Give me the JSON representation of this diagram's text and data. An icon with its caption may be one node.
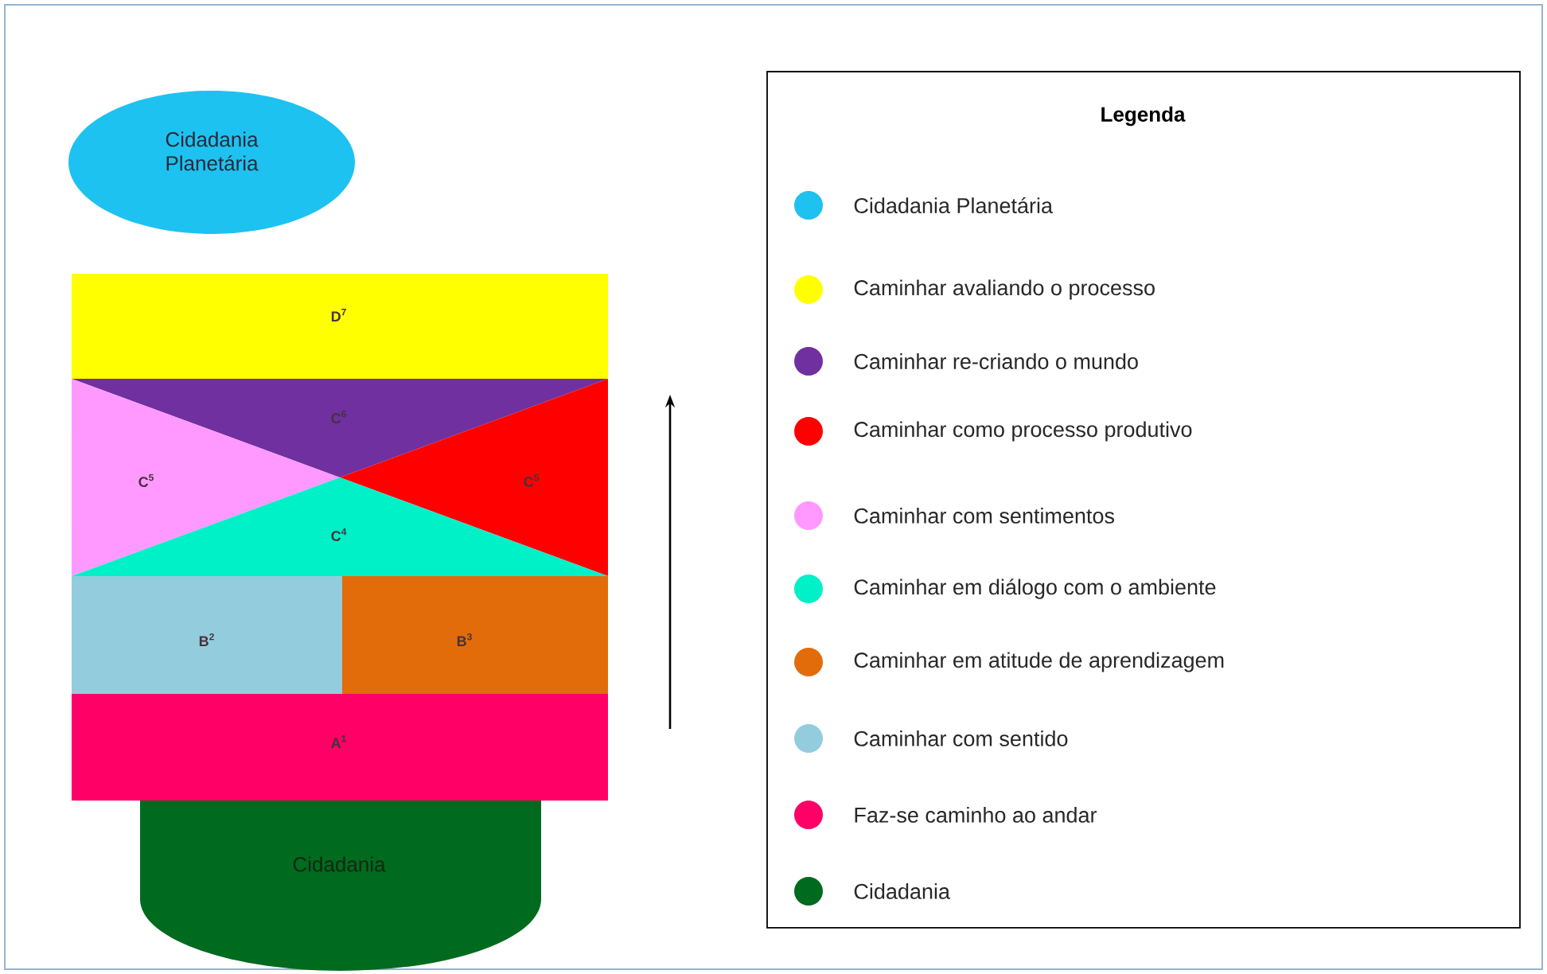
{
  "diagram": {
    "nodes": [
      {
        "text": [
          "Cidadania Planetária"
        ]
      },
      {
        "text": [
          "D$^{7}$"
        ]
      },
      {
        "text": [
          "C$^{6}$"
        ]
      },
      {
        "text": [
          "C$^{5}$"
        ]
      },
      {
        "text": [
          "C$^{5}$"
        ]
      },
      {
        "text": [
          "C$^{4}$"
        ]
      },
      {
        "text": [
          "B$^{2}$"
        ]
      },
      {
        "text": [
          "B$^{3}$"
        ]
      },
      {
        "text": [
          "A$^{1}$"
        ]
      },
      {
        "text": [
          "Cidadania"
        ]
      }
    ],
    "labels": [
      "Legenda"
    ],
    "legend": [
      {
        "text": "Cidadania  Planetária",
        "color": "#1ec2f0"
      },
      {
        "text": "Caminhar  avaliando  o processo",
        "color": "#ffff00"
      },
      {
        "text": "Caminhar  re-criando o mundo",
        "color": "#7030a0"
      },
      {
        "text": "Caminhar  como processo produtivo",
        "color": "#ff0000"
      },
      {
        "text": "Caminhar  com sentimentos",
        "color": "#ff99ff"
      },
      {
        "text": "Caminhar  em diálogo com o ambiente",
        "color": "#00f0c8"
      },
      {
        "text": "Caminhar  em atitude de aprendizagem",
        "color": "#e26b0a"
      },
      {
        "text": "Caminhar  com sentido",
        "color": "#93cddd"
      },
      {
        "text": "Faz-se caminho ao andar",
        "color": "#ff0066"
      },
      {
        "text": "Cidadania",
        "color": "#006a1e"
      }
    ]
  }
}
